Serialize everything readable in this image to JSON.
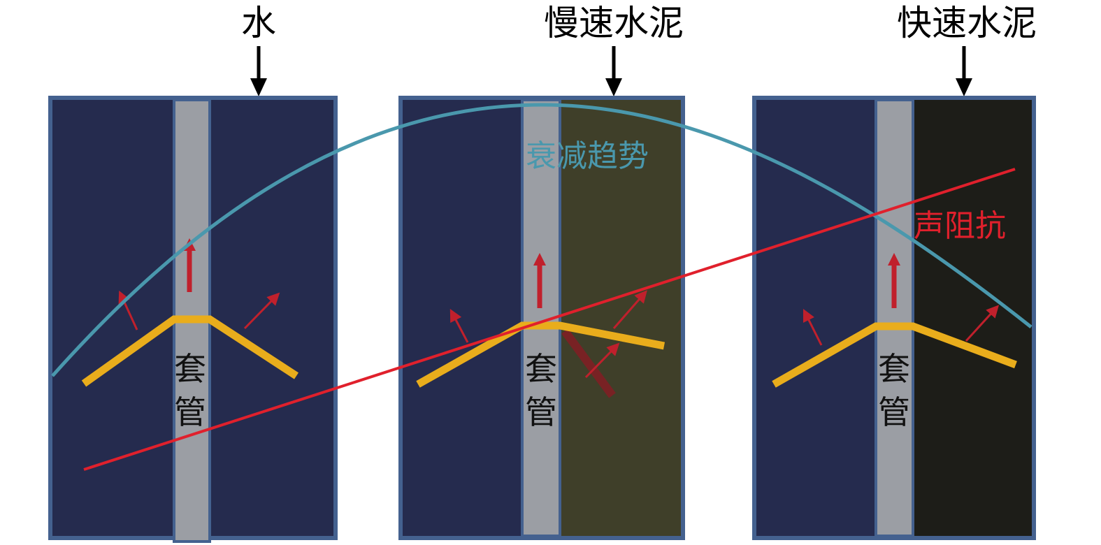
{
  "labels": {
    "water": "水",
    "slow_cement": "慢速水泥",
    "fast_cement": "快速水泥",
    "attenuation_trend": "衰减趋势",
    "acoustic_impedance": "声阻抗",
    "casing_char_1": "套",
    "casing_char_2": "管"
  },
  "panels": [
    {
      "name": "water",
      "right_medium": "water"
    },
    {
      "name": "slow-cement",
      "right_medium": "slow-cement"
    },
    {
      "name": "fast-cement",
      "right_medium": "fast-cement"
    }
  ],
  "colors": {
    "background": "#ffffff",
    "formation": "#252b4e",
    "panel_border": "#44618f",
    "casing": "#9b9ea4",
    "slow_cement": "#3f3f29",
    "fast_cement": "#1d1d18",
    "wave_path": "#e9ad1c",
    "arrow": "#c0202c",
    "attenuation_curve": "#4a98ad",
    "impedance_line": "#e0202c",
    "converted_wave": "#7f1f24",
    "label_pointer": "#000000"
  },
  "icons": {
    "label_pointer": "arrow-down-icon",
    "wave_direction": "arrow-icon"
  }
}
